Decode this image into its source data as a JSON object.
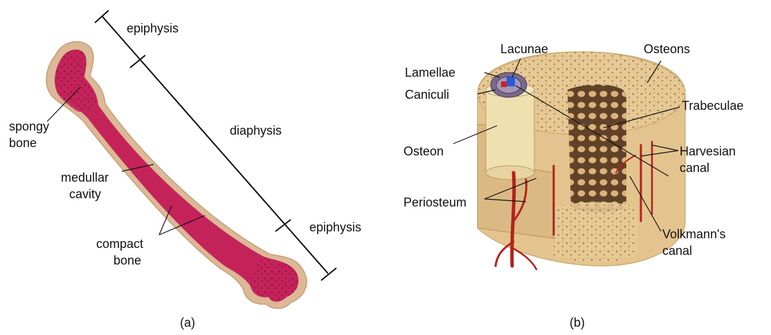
{
  "panel_a": {
    "caption": "(a)",
    "labels": {
      "epiphysis_top": "epiphysis",
      "diaphysis": "diaphysis",
      "epiphysis_bottom": "epiphysis",
      "spongy_bone_1": "spongy",
      "spongy_bone_2": "bone",
      "medullar_cavity_1": "medullar",
      "medullar_cavity_2": "cavity",
      "compact_bone_1": "compact",
      "compact_bone_2": "bone"
    }
  },
  "panel_b": {
    "caption": "(b)",
    "labels": {
      "lacunae": "Lacunae",
      "lamellae": "Lamellae",
      "caniculi": "Caniculi",
      "osteon": "Osteon",
      "osteons": "Osteons",
      "trabeculae": "Trabeculae",
      "harvesian_1": "Harvesian",
      "harvesian_2": "canal",
      "periosteum": "Periosteum",
      "volkmann_1": "Volkmann's",
      "volkmann_2": "canal"
    }
  },
  "colors": {
    "bone_outline": "#dcb896",
    "marrow": "#c4235a",
    "marrow_dark": "#a81c4a",
    "block_fill": "#e9cc9a",
    "block_shade": "#d7b47c",
    "vessel": "#b3221d",
    "osteon_col": "#efe0b0"
  }
}
